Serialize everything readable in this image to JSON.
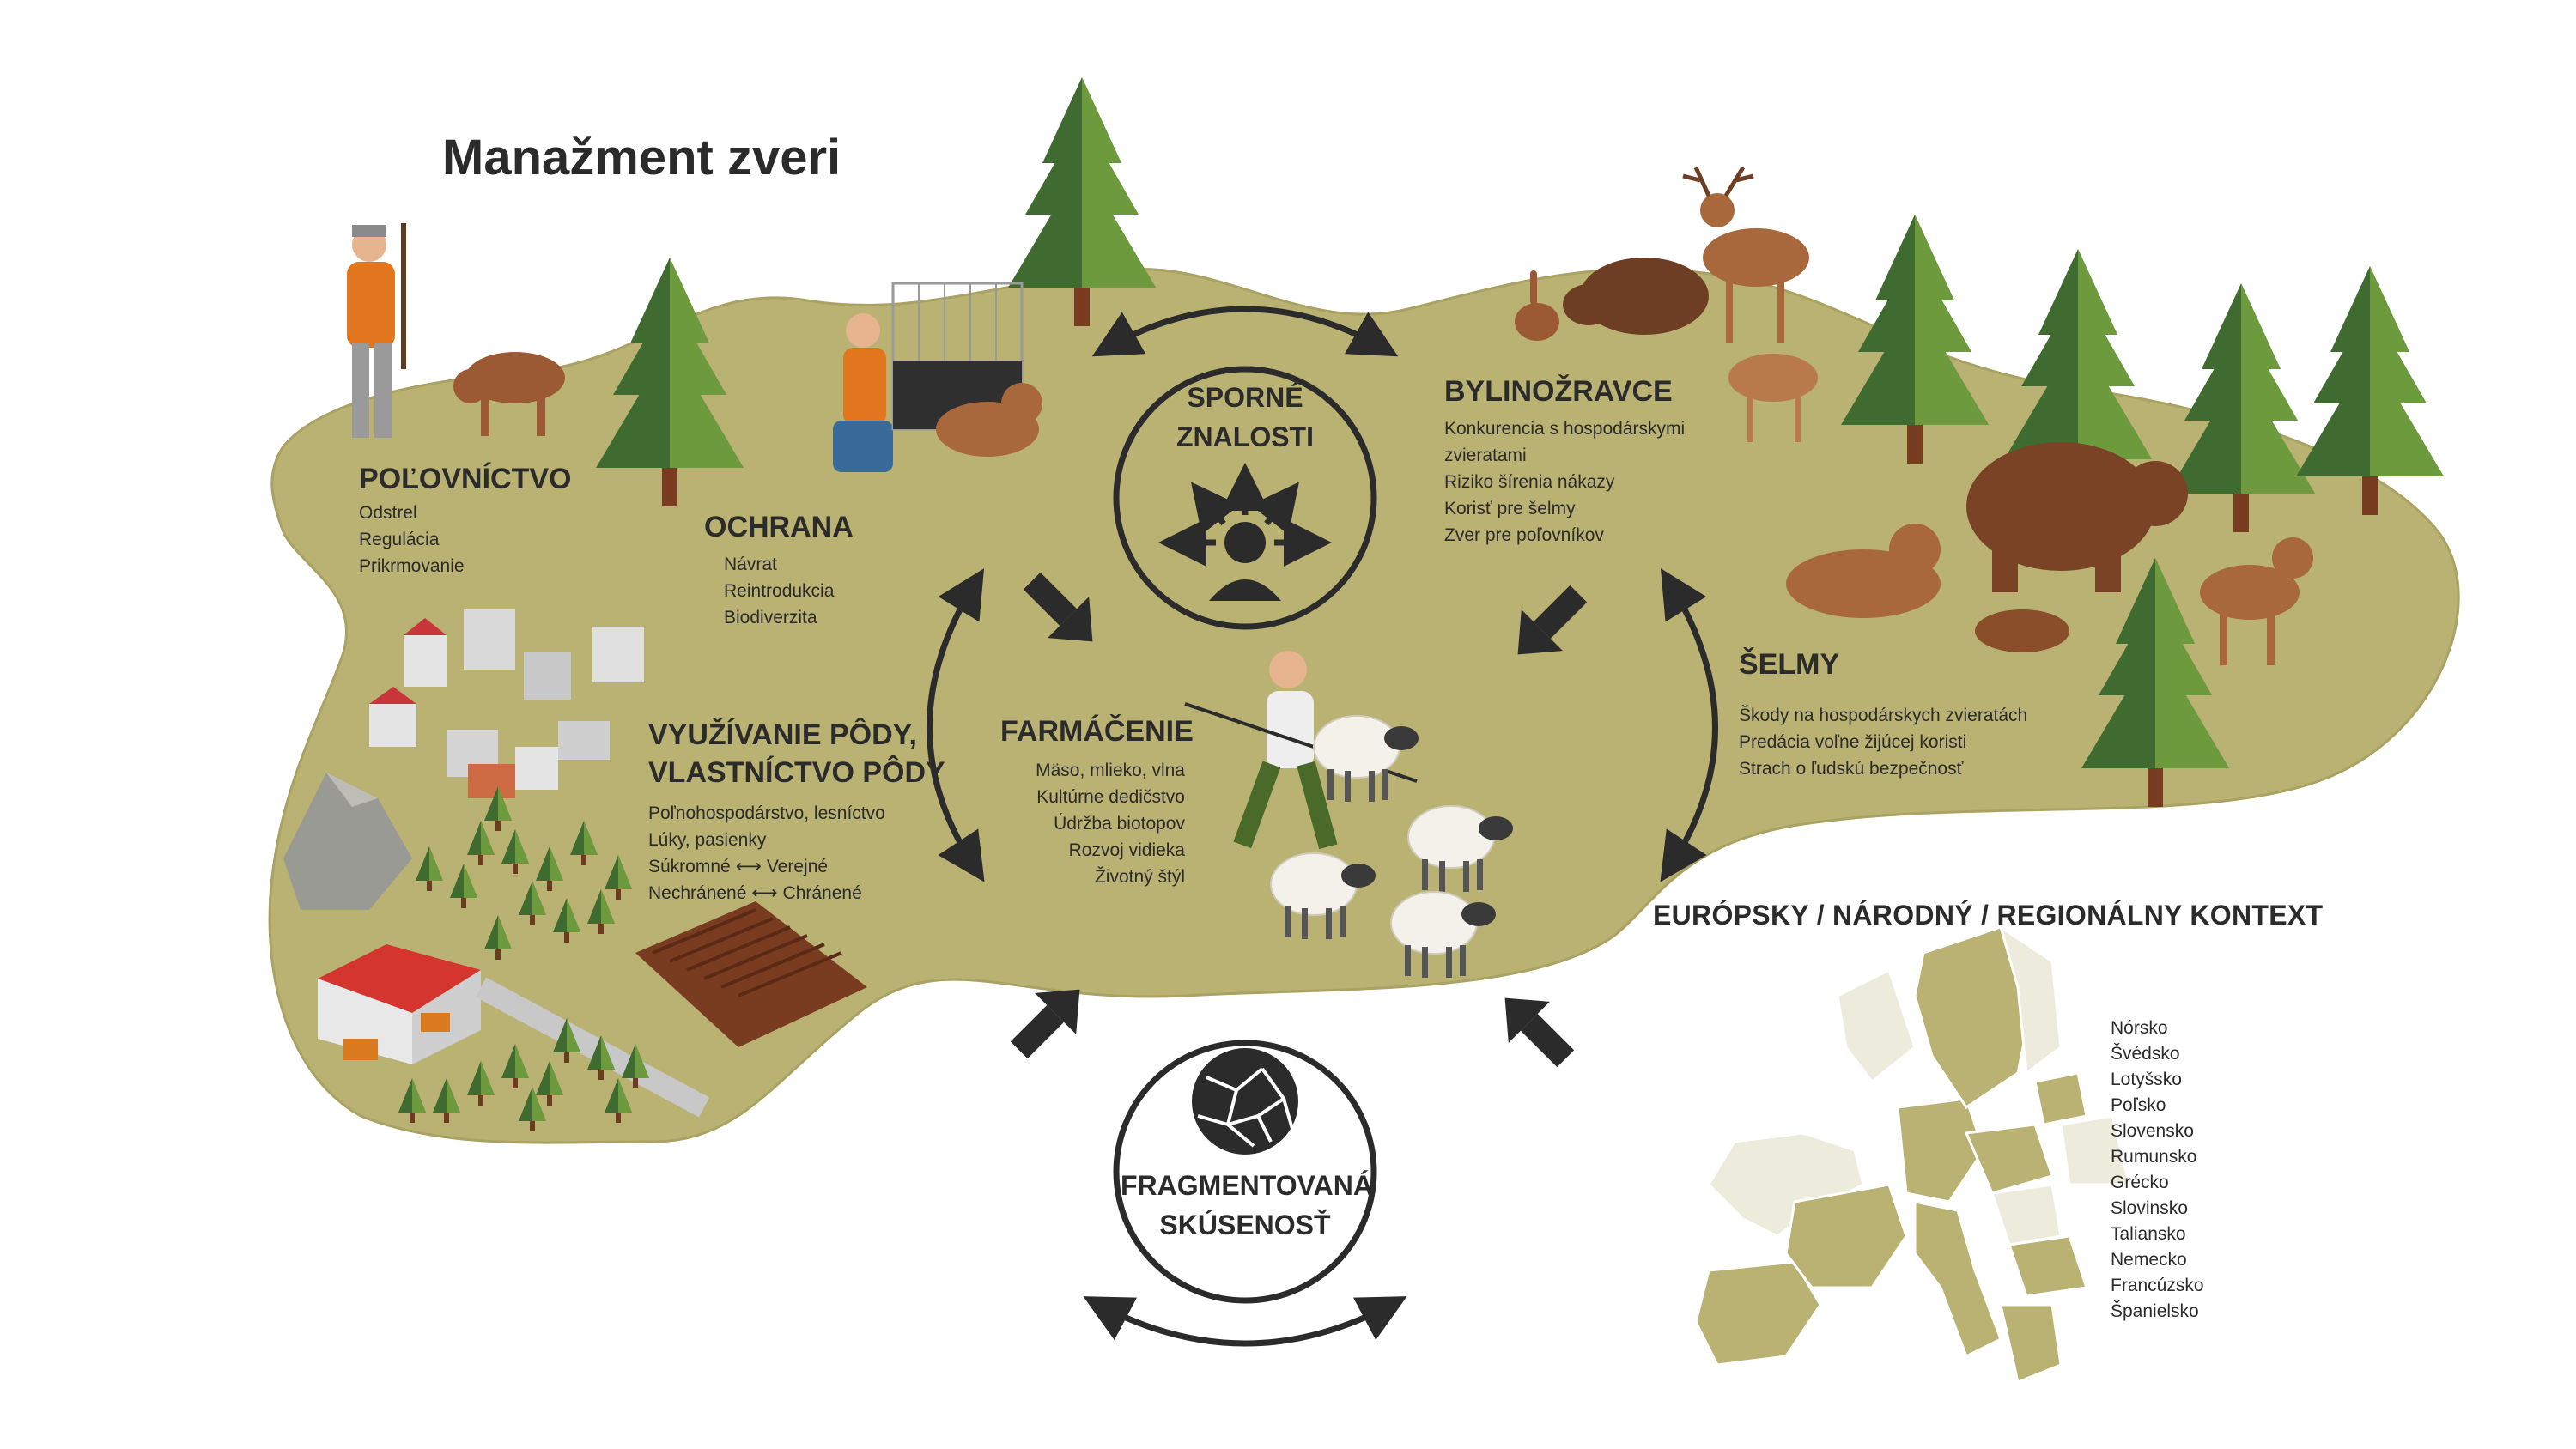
{
  "title": "Manažment zveri",
  "sections": {
    "hunting": {
      "heading": "POĽOVNÍCTVO",
      "items": [
        "Odstrel",
        "Regulácia",
        "Prikrmovanie"
      ]
    },
    "protection": {
      "heading": "OCHRANA",
      "items": [
        "Návrat",
        "Reintrodukcia",
        "Biodiverzita"
      ]
    },
    "land_use": {
      "heading_line1": "VYUŽÍVANIE PÔDY,",
      "heading_line2": "VLASTNÍCTVO PÔDY",
      "items": [
        "Poľnohospodárstvo, lesníctvo",
        "Lúky, pasienky"
      ],
      "pair1_left": "Súkromné",
      "pair1_right": "Verejné",
      "pair2_left": "Nechránené",
      "pair2_right": "Chránené",
      "pair_arrow": "⟷"
    },
    "farming": {
      "heading": "FARMÁČENIE",
      "items": [
        "Mäso, mlieko, vlna",
        "Kultúrne dedičstvo",
        "Údržba biotopov",
        "Rozvoj vidieka",
        "Životný štýl"
      ]
    },
    "herbivores": {
      "heading": "BYLINOŽRAVCE",
      "items": [
        "Konkurencia s hospodárskymi",
        "zvieratami",
        "Riziko šírenia nákazy",
        "Korisť pre šelmy",
        "Zver pre poľovníkov"
      ]
    },
    "carnivores": {
      "heading": "ŠELMY",
      "items": [
        "Škody na hospodárskych zvieratách",
        "Predácia voľne žijúcej koristi",
        "Strach o ľudskú bezpečnosť"
      ]
    }
  },
  "contested_knowledge": {
    "line1": "SPORNÉ",
    "line2": "ZNALOSTI",
    "icon": "person-radiating-arrows-icon"
  },
  "fragmented_experience": {
    "line1": "FRAGMENTOVANÁ",
    "line2": "SKÚSENOSŤ",
    "icon": "cracked-stone-icon"
  },
  "context_title": "EURÓPSKY / NÁRODNÝ / REGIONÁLNY KONTEXT",
  "countries": [
    "Nórsko",
    "Švédsko",
    "Lotyšsko",
    "Poľsko",
    "Slovensko",
    "Rumunsko",
    "Grécko",
    "Slovinsko",
    "Taliansko",
    "Nemecko",
    "Francúzsko",
    "Španielsko"
  ],
  "colors": {
    "landscape": "#b9b272",
    "landscape_edge": "#a9a262",
    "tree_dark": "#3f6b30",
    "tree_light": "#6e9a3e",
    "trunk": "#7a3c20",
    "arrows": "#2b2b2b",
    "map_highlight": "#b9b272",
    "map_other": "#ecebdc"
  }
}
